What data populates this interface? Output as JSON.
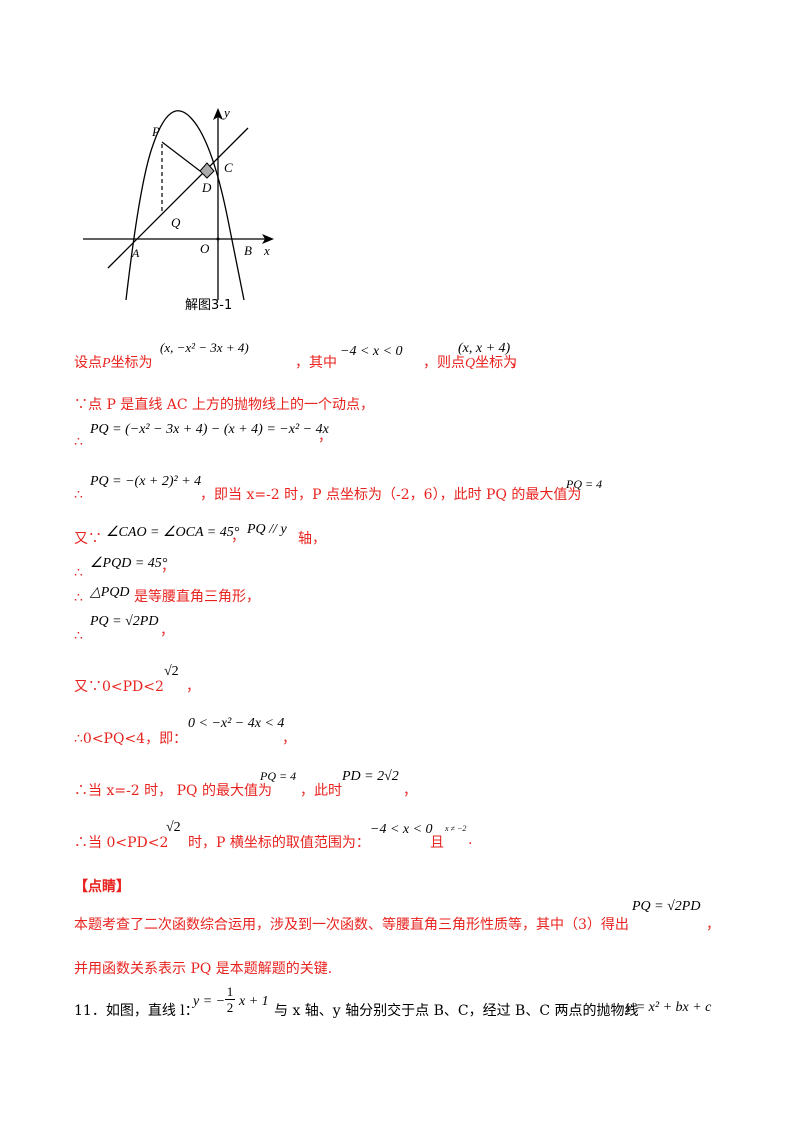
{
  "figure": {
    "labels": {
      "P": "P",
      "C": "C",
      "D": "D",
      "Q": "Q",
      "A": "A",
      "O": "O",
      "B": "B",
      "x": "x",
      "y": "y"
    },
    "caption": "解图3-1"
  },
  "lines": {
    "l1_a": "设点",
    "l1_b": "P",
    "l1_c": "坐标为",
    "l1_m1": "(x, −x² − 3x + 4)",
    "l1_d": "，其中",
    "l1_m2": "−4 < x < 0",
    "l1_e": "，则点",
    "l1_f": "Q",
    "l1_g": "坐标为",
    "l1_m3": "(x, x + 4)",
    "l1_h": "，",
    "l2": "∵点 P 是直线 AC 上方的抛物线上的一个动点，",
    "l3_a": "∴",
    "l3_m": "PQ = (−x² − 3x + 4) − (x + 4) = −x² − 4x",
    "l3_b": "，",
    "l4_a": "∴",
    "l4_m": "PQ = −(x + 2)² + 4",
    "l4_b": "，即当 x=-2 时，P 点坐标为（-2，6），此时 PQ 的最大值为",
    "l4_m2": "PQ = 4",
    "l5_a": "又∵",
    "l5_m": "∠CAO = ∠OCA = 45°",
    "l5_b": "，",
    "l5_m2": "PQ // y",
    "l5_c": "轴，",
    "l6_a": "∴",
    "l6_m": "∠PQD = 45°",
    "l6_b": "，",
    "l7_a": "∴",
    "l7_m": "△PQD",
    "l7_b": "是等腰直角三角形，",
    "l8_a": "∴",
    "l8_m": "PQ = √2PD",
    "l8_b": "，",
    "l9_a": "又∵0<PD<2",
    "l9_m": "√2",
    "l9_b": "，",
    "l10_a": "∴0<PQ<4，即：",
    "l10_m": "0 < −x² − 4x < 4",
    "l10_b": "，",
    "l11_a": "∴当 x=-2 时，  PQ 的最大值为",
    "l11_m": "PQ = 4",
    "l11_b": "，此时",
    "l11_m2": "PD = 2√2",
    "l11_c": "，",
    "l12_a": "∴当 0<PD<2",
    "l12_m": "√2",
    "l12_b": "时，P 横坐标的取值范围为：",
    "l12_m2": "−4 < x < 0",
    "l12_c": "且",
    "l12_m3": "x ≠ −2",
    "l12_d": "."
  },
  "comment": {
    "heading": "【点睛】",
    "p1": "本题考查了二次函数综合运用，涉及到一次函数、等腰直角三角形性质等，其中（3）得出",
    "p1_m": "PQ = √2PD",
    "p1_end": "，",
    "p2": "并用函数关系表示 PQ 是本题解题的关键."
  },
  "q11": {
    "num": "11．如图，直线 l：",
    "m1_a": "y = −",
    "m1_num": "1",
    "m1_den": "2",
    "m1_b": "x + 1",
    "text": "与 x 轴、y 轴分别交于点 B、C，经过 B、C 两点的抛物线",
    "m2": "y = x² + bx + c"
  }
}
